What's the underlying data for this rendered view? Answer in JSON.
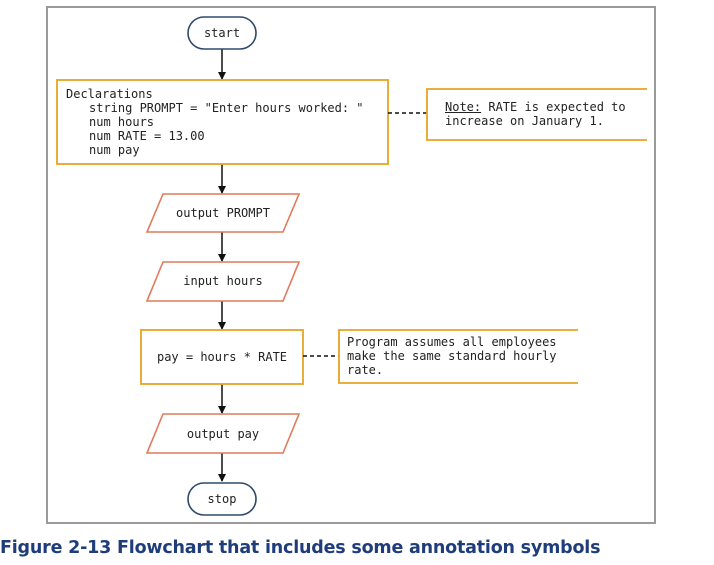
{
  "colors": {
    "process_border": "#e8a324",
    "io_border": "#e07a5a",
    "terminal_border": "#2f4a6d",
    "line": "#111111",
    "caption": "#1f3d7a",
    "frame": "#9a9a9a"
  },
  "flowchart": {
    "start_label": "start",
    "declarations": {
      "header": "Declarations",
      "lines": [
        "string PROMPT = \"Enter hours worked: \"",
        "num hours",
        "num RATE = 13.00",
        "num pay"
      ]
    },
    "note_annotation": {
      "note_label": "Note:",
      "line1_rest": " RATE is expected to",
      "line2": "increase on January 1."
    },
    "output_prompt": "output PROMPT",
    "input_hours": "input hours",
    "pay_process": "pay = hours * RATE",
    "assumption_annotation": {
      "lines": [
        "Program assumes all employees",
        "make the same standard hourly",
        "rate."
      ]
    },
    "output_pay": "output pay",
    "stop_label": "stop"
  },
  "caption": {
    "figure_number": "Figure 2-13",
    "text": " Flowchart that includes some annotation symbols"
  }
}
